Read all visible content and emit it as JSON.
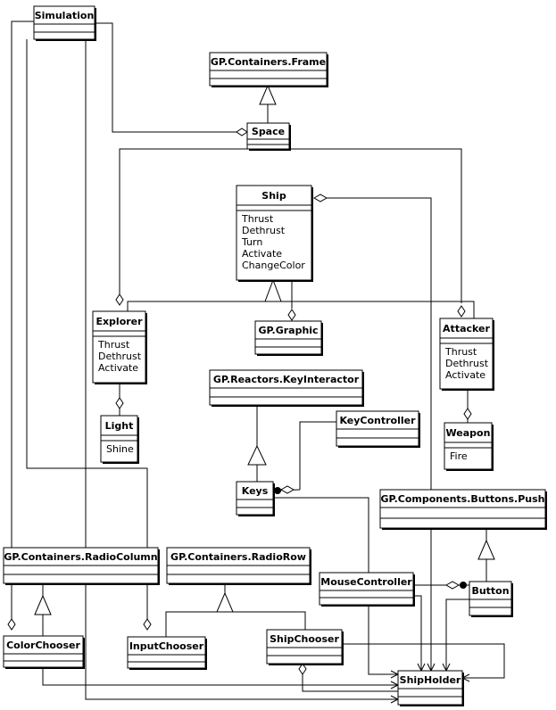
{
  "classes": {
    "simulation": {
      "name": "Simulation",
      "ops": []
    },
    "gp_frame": {
      "name": "GP.Containers.Frame",
      "ops": []
    },
    "space": {
      "name": "Space",
      "ops": []
    },
    "ship": {
      "name": "Ship",
      "ops": [
        "Thrust",
        "Dethrust",
        "Turn",
        "Activate",
        "ChangeColor"
      ]
    },
    "explorer": {
      "name": "Explorer",
      "ops": [
        "Thrust",
        "Dethrust",
        "Activate"
      ]
    },
    "gp_graphic": {
      "name": "GP.Graphic",
      "ops": []
    },
    "attacker": {
      "name": "Attacker",
      "ops": [
        "Thrust",
        "Dethrust",
        "Activate"
      ]
    },
    "gp_keyinteractor": {
      "name": "GP.Reactors.KeyInteractor",
      "ops": []
    },
    "keycontroller": {
      "name": "KeyController",
      "ops": []
    },
    "light": {
      "name": "Light",
      "ops": [
        "Shine"
      ]
    },
    "weapon": {
      "name": "Weapon",
      "ops": [
        "Fire"
      ]
    },
    "keys": {
      "name": "Keys",
      "ops": []
    },
    "gp_push": {
      "name": "GP.Components.Buttons.Push",
      "ops": []
    },
    "gp_radiocolumn": {
      "name": "GP.Containers.RadioColumn",
      "ops": []
    },
    "gp_radiorow": {
      "name": "GP.Containers.RadioRow",
      "ops": []
    },
    "mousecontroller": {
      "name": "MouseController",
      "ops": []
    },
    "button": {
      "name": "Button",
      "ops": []
    },
    "colorchooser": {
      "name": "ColorChooser",
      "ops": []
    },
    "inputchooser": {
      "name": "InputChooser",
      "ops": []
    },
    "shipchooser": {
      "name": "ShipChooser",
      "ops": []
    },
    "shipholder": {
      "name": "ShipHolder",
      "ops": []
    }
  }
}
